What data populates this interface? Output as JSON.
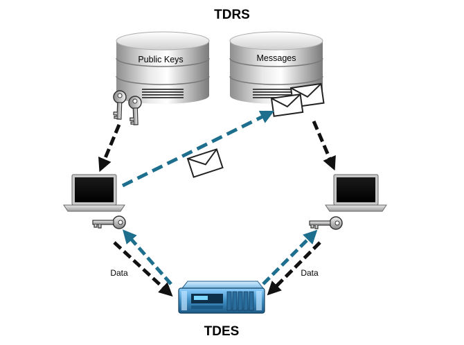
{
  "top_title": "TDRS",
  "bottom_title": "TDES",
  "databases": {
    "left_label": "Public Keys",
    "right_label": "Messages"
  },
  "flows": {
    "left_label": "Data",
    "right_label": "Data"
  },
  "colors": {
    "black_arrow": "#111111",
    "blue_arrow": "#1e6f8e",
    "server_blue": "#3f8fc4"
  }
}
